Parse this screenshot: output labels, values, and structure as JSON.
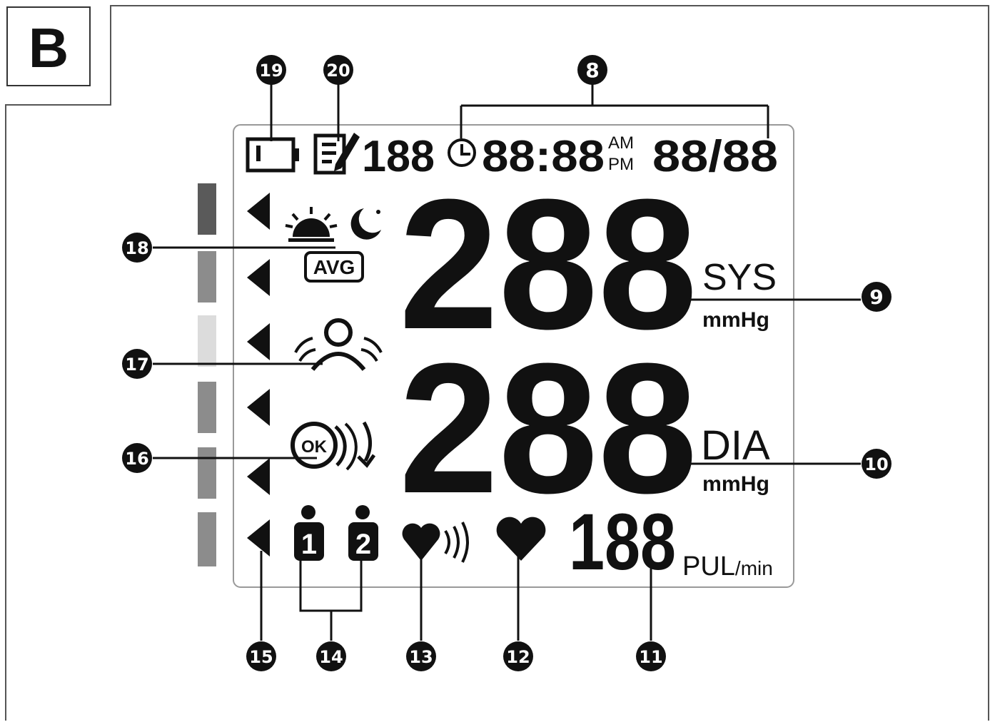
{
  "panel_letter": "B",
  "lcd": {
    "memory_number": "188",
    "time": "88:88",
    "am_label": "AM",
    "pm_label": "PM",
    "date": "88/88",
    "sys_value": "288",
    "sys_label": "SYS",
    "sys_unit": "mmHg",
    "dia_value": "288",
    "dia_label": "DIA",
    "dia_unit": "mmHg",
    "pulse_value": "188",
    "pulse_label": "PUL",
    "pulse_unit": "/min",
    "avg_label": "AVG",
    "ok_label": "OK",
    "user1_label": "1",
    "user2_label": "2"
  },
  "scale_bar_colors": [
    "#5a5a5a",
    "#8c8c8c",
    "#dcdcdc",
    "#8c8c8c",
    "#8c8c8c",
    "#8c8c8c"
  ],
  "callouts": [
    "8",
    "9",
    "10",
    "11",
    "12",
    "13",
    "14",
    "15",
    "16",
    "17",
    "18",
    "19",
    "20"
  ],
  "icons": {
    "battery": "battery-icon",
    "memory": "memory-icon",
    "clock": "clock-icon",
    "morning": "sun-icon",
    "evening": "moon-icon",
    "movement": "movement-icon",
    "cuff_check": "cuff-check-icon",
    "irregular_heartbeat": "irregular-heartbeat-icon",
    "heart": "heart-icon",
    "user1": "user-1-icon",
    "user2": "user-2-icon"
  }
}
